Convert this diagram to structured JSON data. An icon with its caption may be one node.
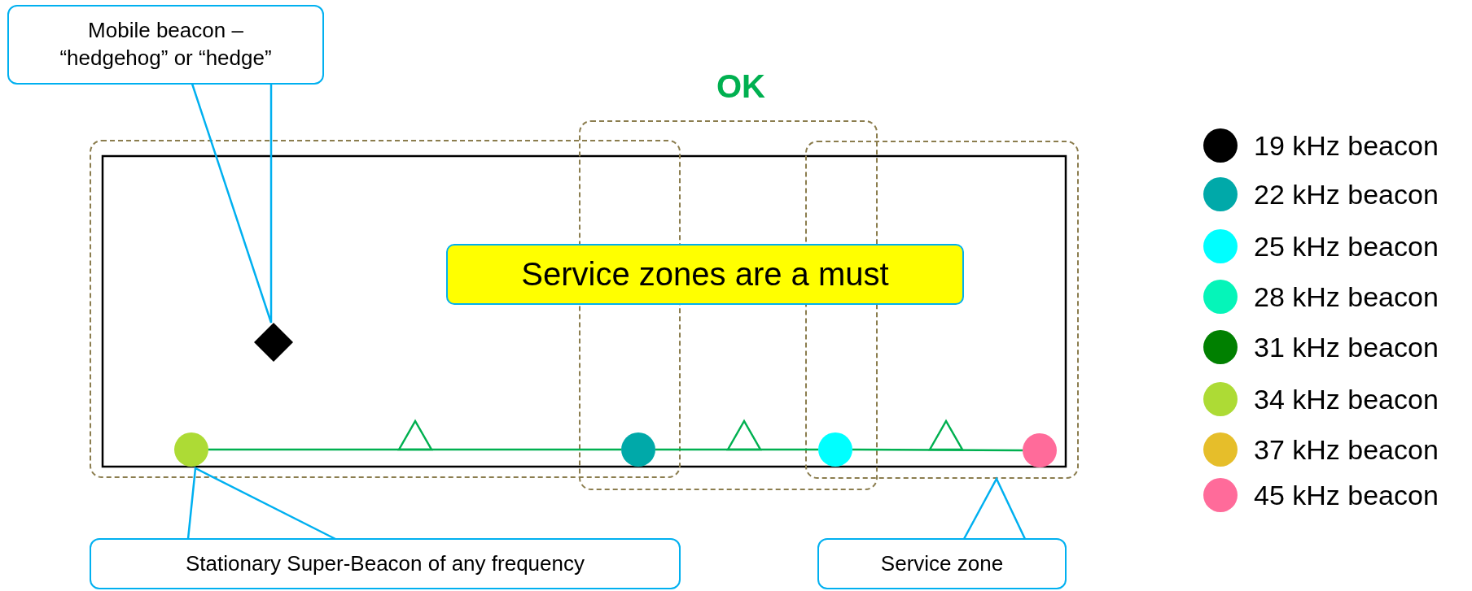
{
  "diagram": {
    "nodes": [
      {
        "text": [
          "Mobile beacon – “hedgehog” or “hedge”"
        ]
      },
      {
        "text": [],
        "shape": "diamond"
      },
      {
        "text": [
          "Service zones are a must"
        ]
      },
      {
        "text": [],
        "shape": "circle"
      },
      {
        "text": [],
        "shape": "circle"
      },
      {
        "text": [],
        "shape": "circle"
      },
      {
        "text": [],
        "shape": "circle"
      },
      {
        "text": [
          "Stationary Super-Beacon of any frequency"
        ]
      },
      {
        "text": [
          "Service zone"
        ]
      }
    ],
    "edges": [
      {
        "from": 0,
        "to": 1,
        "arrow": "none",
        "color": "#00b0f0"
      },
      {
        "from": 3,
        "to": 4,
        "arrow": "none",
        "color": "#00b050"
      },
      {
        "from": 4,
        "to": 5,
        "arrow": "none",
        "color": "#00b050"
      },
      {
        "from": 5,
        "to": 6,
        "arrow": "none",
        "color": "#00b050"
      },
      {
        "from": 7,
        "to": 3,
        "arrow": "none",
        "color": "#00b0f0"
      },
      {
        "from": 8,
        "to": null,
        "arrow": "none",
        "color": "#00b0f0"
      }
    ],
    "labels": [
      "OK"
    ],
    "legend": [
      {
        "text": "19 kHz beacon",
        "color": "#000000"
      },
      {
        "text": "22 kHz beacon",
        "color": "#00a9a9"
      },
      {
        "text": "25 kHz beacon",
        "color": "#00ffff"
      },
      {
        "text": "28 kHz beacon",
        "color": "#05f5b9"
      },
      {
        "text": "31 kHz beacon",
        "color": "#008000"
      },
      {
        "text": "34 kHz beacon",
        "color": "#addb35"
      },
      {
        "text": "37 kHz beacon",
        "color": "#e6be2a"
      },
      {
        "text": "45 kHz beacon",
        "color": "#ff6b9a"
      }
    ]
  }
}
